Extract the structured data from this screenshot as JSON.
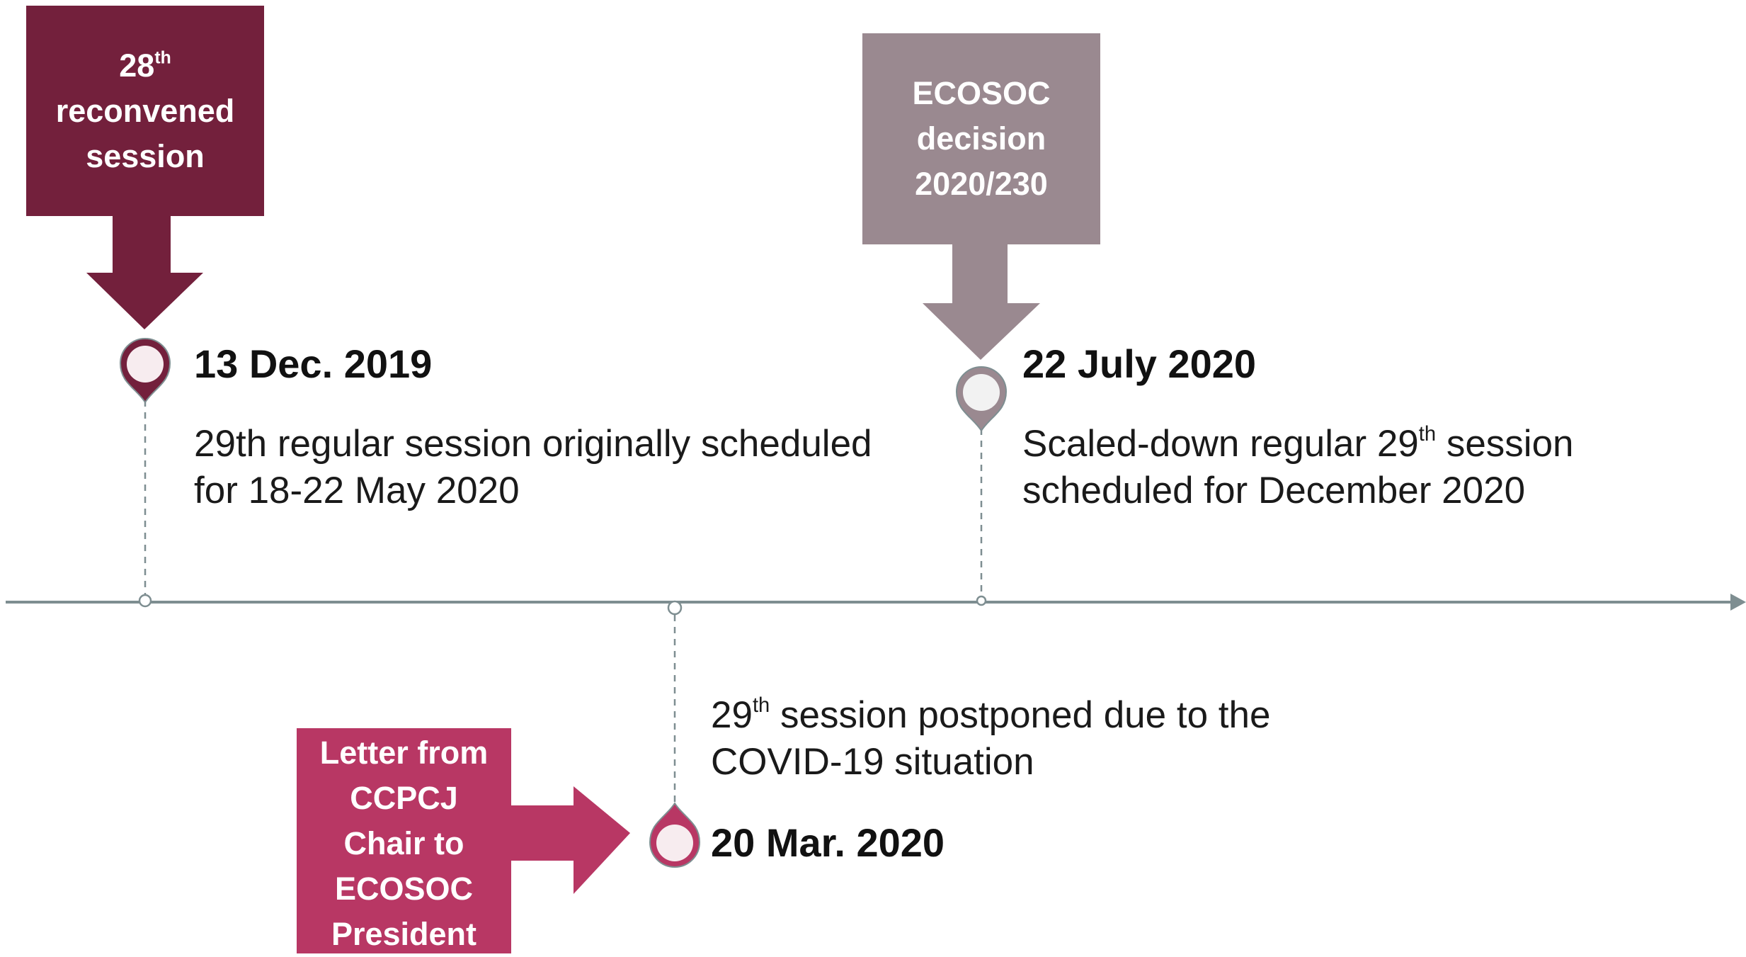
{
  "colors": {
    "dark_maroon": "#73203c",
    "mauve": "#9a8990",
    "rose": "#b83764",
    "pin_fill": "#f7ecef",
    "pin_fill_grey": "#f2f2f2",
    "axis": "#7e8e91"
  },
  "events": {
    "dec_2019": {
      "box": {
        "ordinal": "28",
        "ordinal_suffix": "th",
        "line2": "reconvened",
        "line3": "session"
      },
      "date": "13 Dec. 2019",
      "desc_line1": "29th regular session originally scheduled",
      "desc_line2": "for 18-22 May 2020"
    },
    "jul_2020": {
      "box": {
        "line1": "ECOSOC",
        "line2": "decision",
        "line3": "2020/230"
      },
      "date": "22 July 2020",
      "desc_line1_a": "Scaled-down regular 29",
      "desc_line1_sup": "th",
      "desc_line1_b": " session",
      "desc_line2": "scheduled for December 2020"
    },
    "mar_2020": {
      "box": {
        "line1": "Letter from",
        "line2": "CCPCJ",
        "line3": "Chair to",
        "line4": "ECOSOC",
        "line5": "President"
      },
      "date": "20 Mar. 2020",
      "desc_line1_a": "29",
      "desc_line1_sup": "th",
      "desc_line1_b": " session postponed due to the",
      "desc_line2": "COVID-19 situation"
    }
  }
}
